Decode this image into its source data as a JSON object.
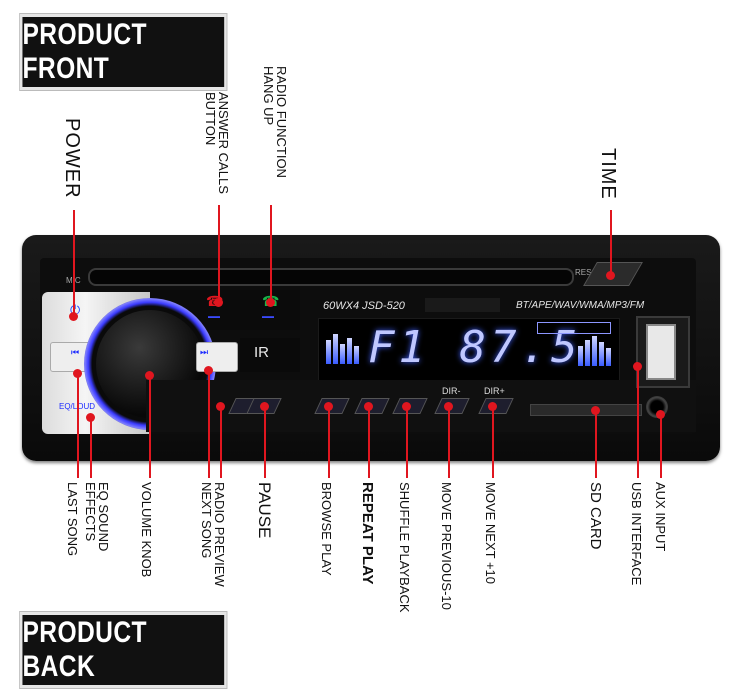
{
  "banners": {
    "front": "PRODUCT FRONT",
    "back": "PRODUCT BACK"
  },
  "device": {
    "mic_label": "MIC",
    "res_label": "RES",
    "model_text": "60WX4  JSD-520",
    "formats_text": "BT/APE/WAV/WMA/MP3/FM",
    "display_text": "F1 87.5",
    "ir_text": "IR",
    "eq_loud_label": "EQ/LOUD",
    "dir_minus": "DIR-",
    "dir_plus": "DIR+"
  },
  "labels_top": {
    "power": "POWER",
    "answer_calls": "ANSWER CALLS\nBUTTON",
    "radio_function": "RADIO FUNCTION\nHANG UP",
    "time": "TIME"
  },
  "labels_bottom": {
    "last_song": "LAST SONG",
    "eq_sound": "EQ SOUND\nEFFECTS",
    "volume_knob": "VOLUME KNOB",
    "radio_preview": "RADIO PREVIEW\nNEXT SONG",
    "pause": "PAUSE",
    "browse_play": "BROWSE PLAY",
    "repeat_play": "REPEAT PLAY",
    "shuffle_playback": "SHUFFLE PLAYBACK",
    "move_previous": "MOVE PREVIOUS-10",
    "move_next": "MOVE NEXT +10",
    "sd_card": "SD CARD",
    "usb_interface": "USB INTERFACE",
    "aux_input": "AUX INPUT"
  },
  "colors": {
    "callout": "#e0161f",
    "display_glow": "#4060ff",
    "button_blue": "#1c2bff"
  }
}
